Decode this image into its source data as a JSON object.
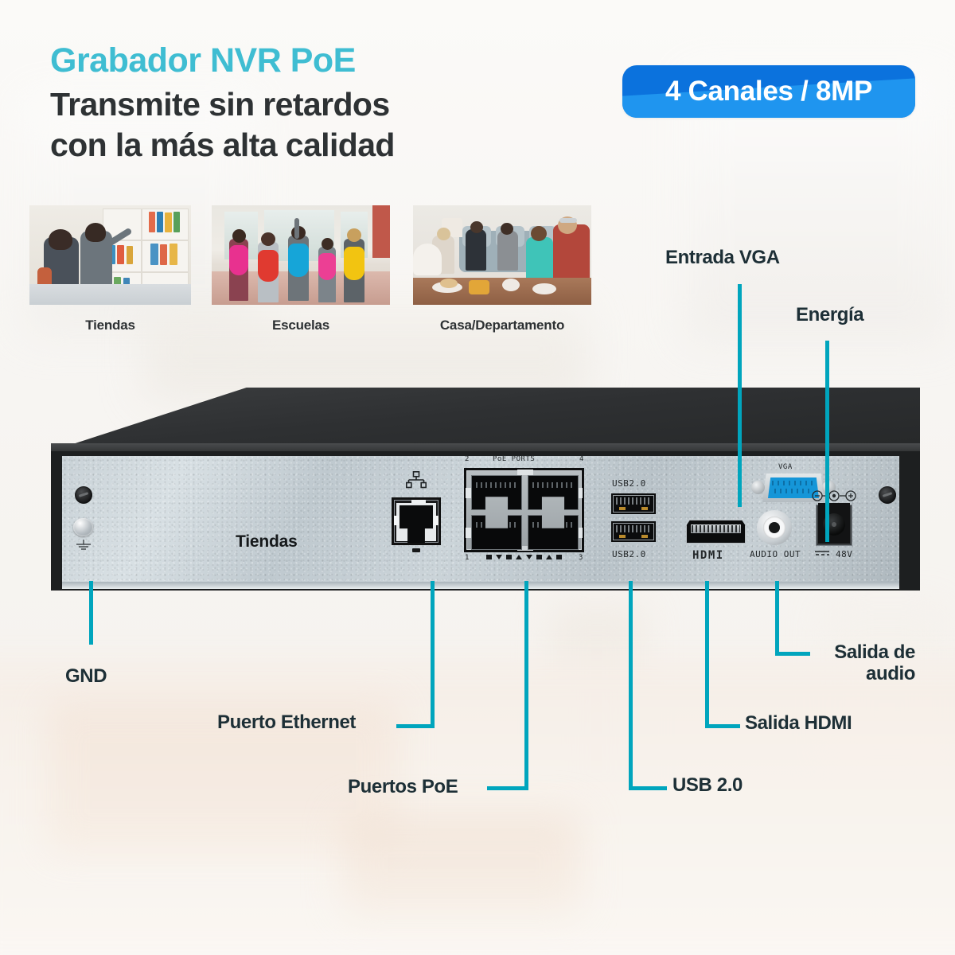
{
  "theme": {
    "accent_teal": "#00a5bd",
    "headline_teal": "#3fbdd2",
    "badge_blue_dark": "#0b72dd",
    "badge_blue_light": "#1f95ef",
    "text_dark": "#2e3234",
    "callout_text": "#1d2f36",
    "background": "#f8f6f3"
  },
  "headline": {
    "eyebrow": "Grabador NVR PoE",
    "line1": "Transmite sin retardos",
    "line2": "con la más alta calidad"
  },
  "badge": {
    "label": "4 Canales / 8MP"
  },
  "use_cases": [
    {
      "caption": "Tiendas"
    },
    {
      "caption": "Escuelas"
    },
    {
      "caption": "Casa/Departamento"
    }
  ],
  "device": {
    "on_panel_print": "Tiendas",
    "port_labels": {
      "poe_ports": "PoE PORTS",
      "poe_num_2": "2",
      "poe_num_4": "4",
      "poe_num_1": "1",
      "poe_num_3": "3",
      "usb_top": "USB2.0",
      "usb_bottom": "USB2.0",
      "vga": "VGA",
      "hdmi": "HDMI",
      "audio_out": "AUDIO OUT",
      "power_voltage": "48V"
    }
  },
  "callouts": [
    {
      "key": "vga",
      "label": "Entrada VGA"
    },
    {
      "key": "power",
      "label": "Energía"
    },
    {
      "key": "audio",
      "label": "Salida de audio"
    },
    {
      "key": "hdmi",
      "label": "Salida HDMI"
    },
    {
      "key": "usb",
      "label": "USB 2.0"
    },
    {
      "key": "poe",
      "label": "Puertos PoE"
    },
    {
      "key": "ethernet",
      "label": "Puerto Ethernet"
    },
    {
      "key": "gnd",
      "label": "GND"
    }
  ]
}
